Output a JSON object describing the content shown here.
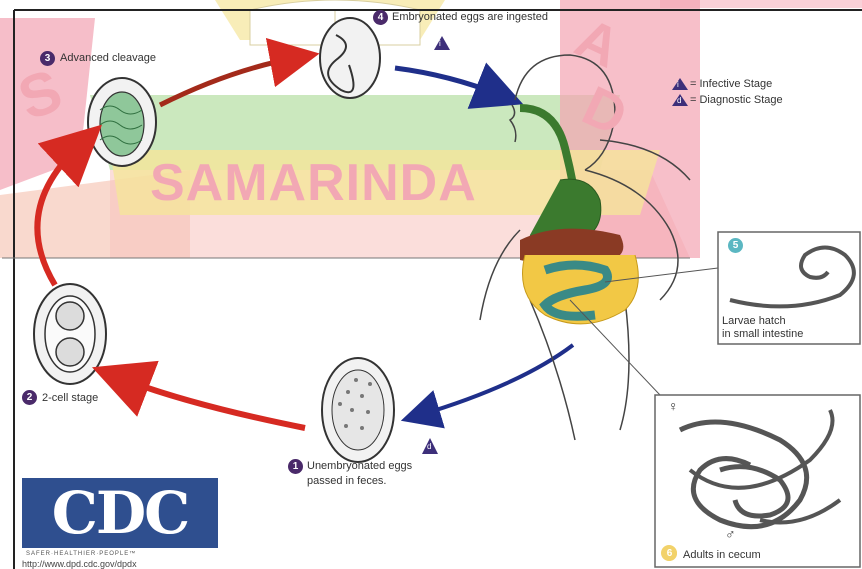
{
  "watermark": {
    "main": "SAMARINDA",
    "left": "S",
    "right_top": "A",
    "right_mid": "D"
  },
  "legend": {
    "infective_marker": "i",
    "diagnostic_marker": "d",
    "infective": "= Infective Stage",
    "diagnostic": "= Diagnostic Stage"
  },
  "stages": [
    {
      "number": "1",
      "label_line1": "Unembryonated eggs",
      "label_line2": "passed in feces."
    },
    {
      "number": "2",
      "label": "2-cell stage"
    },
    {
      "number": "3",
      "label": "Advanced cleavage"
    },
    {
      "number": "4",
      "label": "Embryonated eggs are ingested"
    },
    {
      "number": "5",
      "label_line1": "Larvae hatch",
      "label_line2": "in small intestine"
    },
    {
      "number": "6",
      "label": "Adults in cecum"
    }
  ],
  "markers": {
    "diagnostic_stage1": "d",
    "infective_stage4": "i"
  },
  "symbols": {
    "female": "♀",
    "male": "♂"
  },
  "logo": {
    "text": "CDC",
    "tagline": "SAFER·HEALTHIER·PEOPLE™",
    "url": "http://www.dpd.cdc.gov/dpdx"
  },
  "colors": {
    "cycle_arrow": "#d62a22",
    "transfer_arrow": "#1f2f8a",
    "watermark": "#f2a8b4",
    "logo_bg": "#2f4f8f",
    "badge": "#4a2a6a"
  }
}
